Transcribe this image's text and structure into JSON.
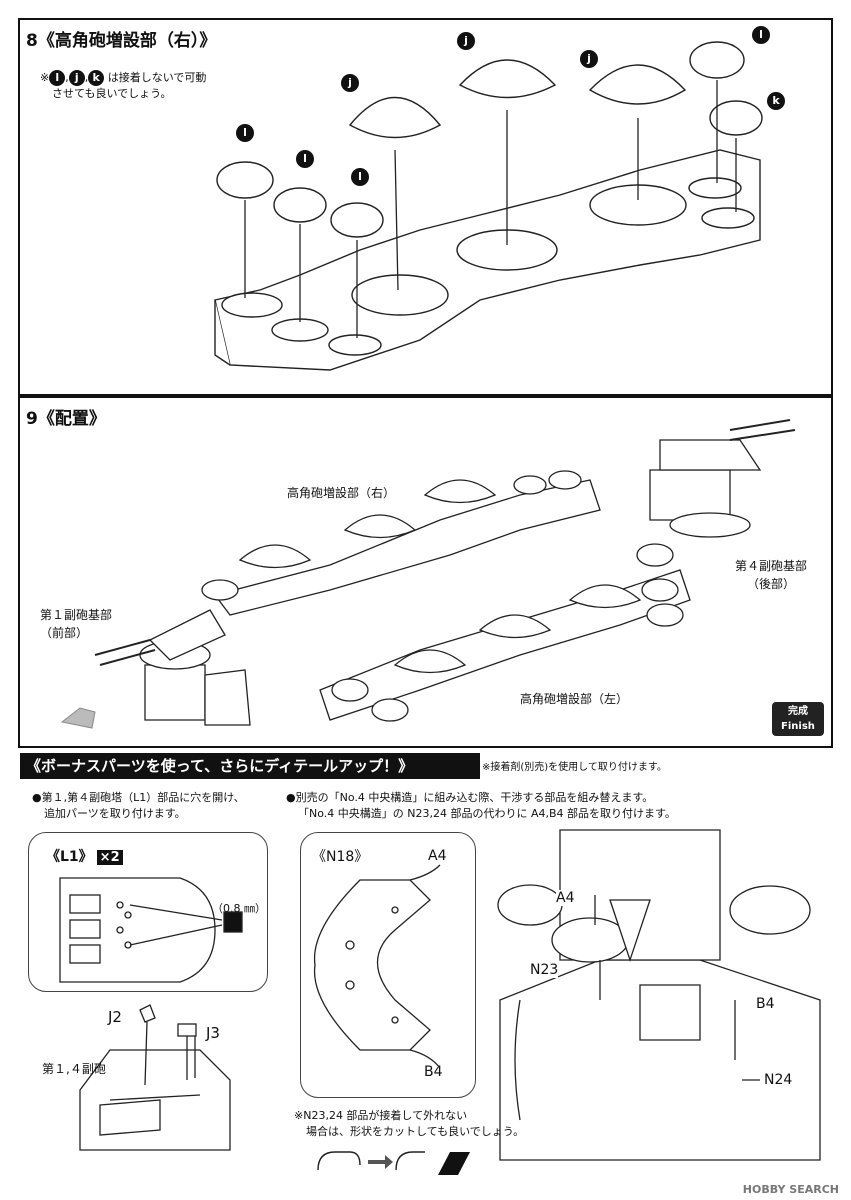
{
  "step8": {
    "title": "8《高角砲増設部（右）》",
    "note_prefix": "※",
    "note_letters": [
      "l",
      "j",
      "k"
    ],
    "note_sep": ",",
    "note_line1": "は接着しないで可動",
    "note_line2": "させても良いでしょう。",
    "part_letters": [
      "l",
      "l",
      "l",
      "j",
      "j",
      "j",
      "l",
      "k"
    ]
  },
  "step9": {
    "title": "9《配置》",
    "labels": {
      "right_mount": "高角砲増設部（右）",
      "first_base_1": "第１副砲基部",
      "first_base_2": "（前部）",
      "fourth_base_1": "第４副砲基部",
      "fourth_base_2": "（後部）",
      "left_mount": "高角砲増設部（左）"
    },
    "finish_1": "完成",
    "finish_2": "Finish"
  },
  "bonus": {
    "banner": "《ボーナスパーツを使って、さらにディテールアップ！》",
    "banner_note": "※接着剤(別売)を使用して取り付けます。",
    "left_note_1": "●第１,第４副砲塔（L1）部品に穴を開け、",
    "left_note_2": "追加パーツを取り付けます。",
    "l1_label": "《L1》",
    "l1_count": "×2",
    "hole_size": "（0.8 ㎜）",
    "j2": "J2",
    "j3": "J3",
    "turret_label": "第１,４副砲",
    "right_note_1": "●別売の「No.4 中央構造」に組み込む際、干渉する部品を組み替えます。",
    "right_note_2": "「No.4 中央構造」の N23,24 部品の代わりに A4,B4 部品を取り付けます。",
    "n18_label": "《N18》",
    "a4": "A4",
    "b4": "B4",
    "n23": "N23",
    "n24": "N24",
    "bottom_note_1": "※N23,24 部品が接着して外れない",
    "bottom_note_2": "場合は、形状をカットしても良いでしょう。"
  },
  "watermark": "HOBBY SEARCH"
}
